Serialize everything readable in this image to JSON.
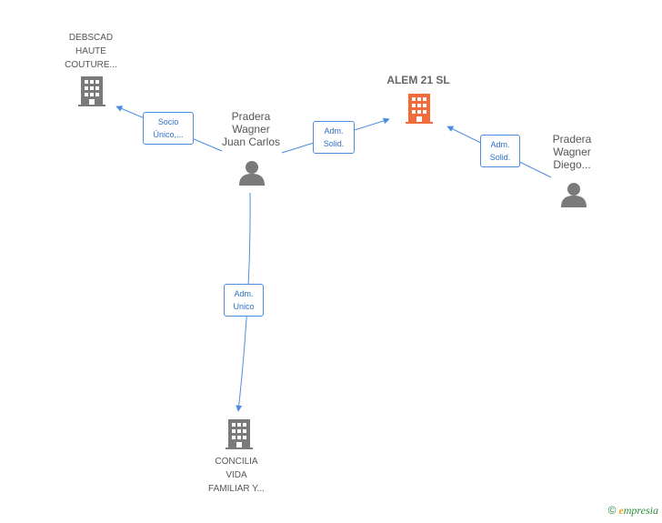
{
  "nodes": {
    "debscad": {
      "lines": [
        "DEBSCAD",
        "HAUTE",
        "COUTURE..."
      ]
    },
    "alem": {
      "title": "ALEM 21 SL"
    },
    "pradera_juan": {
      "lines": [
        "Pradera",
        "Wagner",
        "Juan Carlos"
      ]
    },
    "pradera_diego": {
      "lines": [
        "Pradera",
        "Wagner",
        "Diego..."
      ]
    },
    "concilia": {
      "lines": [
        "CONCILIA",
        "VIDA",
        "FAMILIAR Y..."
      ]
    }
  },
  "edges": {
    "socio_unico": {
      "lines": [
        "Socio",
        "Único,..."
      ]
    },
    "adm_solid_juan": {
      "lines": [
        "Adm.",
        "Solid."
      ]
    },
    "adm_solid_diego": {
      "lines": [
        "Adm.",
        "Solid."
      ]
    },
    "adm_unico": {
      "lines": [
        "Adm.",
        "Unico"
      ]
    }
  },
  "colors": {
    "edge": "#4a8de0",
    "company_icon": "#7a7a7a",
    "main_company_icon": "#f26b3a",
    "person_icon": "#7a7a7a"
  },
  "watermark": {
    "copyright": "©",
    "brand_initial": "e",
    "brand_rest": "mpresia"
  }
}
